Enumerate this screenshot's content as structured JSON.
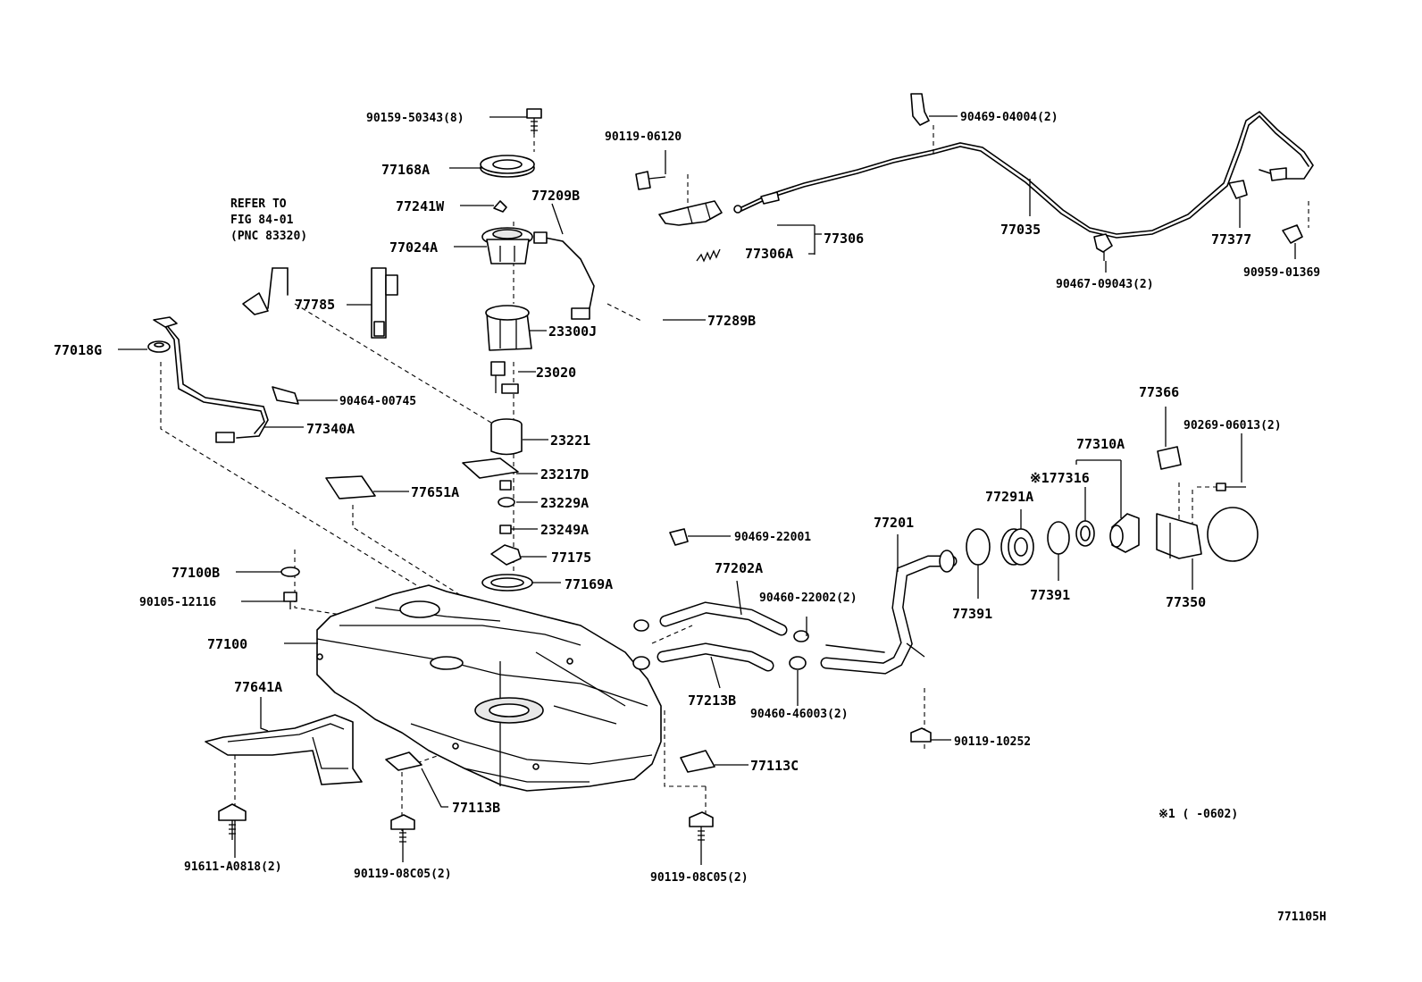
{
  "diagram_id": "771105H",
  "footnote": "※1 (    -0602)",
  "refer_note": [
    "REFER TO",
    "FIG 84-01",
    "(PNC 83320)"
  ],
  "parts": {
    "p90159": "90159-50343(8)",
    "p77168A": "77168A",
    "p77241W": "77241W",
    "p77209B": "77209B",
    "p77024A": "77024A",
    "p77785": "77785",
    "p77289B": "77289B",
    "p23300J": "23300J",
    "p77018G": "77018G",
    "p23020": "23020",
    "p90464": "90464-00745",
    "p77340A": "77340A",
    "p23221": "23221",
    "p23217D": "23217D",
    "p77651A": "77651A",
    "p23229A": "23229A",
    "p23249A": "23249A",
    "p77175": "77175",
    "p77169A": "77169A",
    "p77100B": "77100B",
    "p90105": "90105-12116",
    "p77100": "77100",
    "p77641A": "77641A",
    "p77113B": "77113B",
    "p77113C": "77113C",
    "p91611": "91611-A0818(2)",
    "p90119_08a": "90119-08C05(2)",
    "p90119_08b": "90119-08C05(2)",
    "p90119_06": "90119-06120",
    "p77306": "77306",
    "p77306A": "77306A",
    "p90469_04": "90469-04004(2)",
    "p77035": "77035",
    "p90467": "90467-09043(2)",
    "p77377": "77377",
    "p90959": "90959-01369",
    "p90469_22": "90469-22001",
    "p77202A": "77202A",
    "p90460_22": "90460-22002(2)",
    "p77213B": "77213B",
    "p90460_46": "90460-46003(2)",
    "p77201": "77201",
    "p90119_10": "90119-10252",
    "p77391a": "77391",
    "p77291A": "77291A",
    "p77391b": "77391",
    "p77316": "※177316",
    "p77310A": "77310A",
    "p77366": "77366",
    "p90269": "90269-06013(2)",
    "p77350": "77350"
  }
}
